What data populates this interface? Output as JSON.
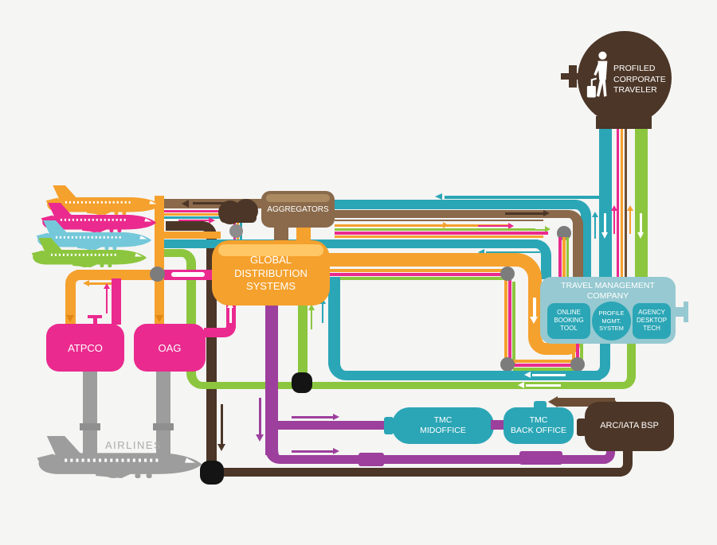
{
  "palette": {
    "orange": "#F5A12D",
    "orange_highlight": "#FFC765",
    "orange_dark": "#E18616",
    "pink": "#EA2A8E",
    "teal": "#2BA6B6",
    "teal_light": "#96C9D1",
    "sky_blue": "#74C8DA",
    "green": "#8CC63E",
    "brown": "#8A6A4B",
    "brown_highlight": "#AB8A61",
    "brown_mid": "#6B4D35",
    "brown_dark": "#4C3627",
    "purple": "#9D3F9D",
    "gray": "#9D9D9D",
    "junction_gray": "#7C7C7C",
    "junction_black": "#141414",
    "background": "#f5f5f4"
  },
  "traveler": {
    "label": "PROFILED\nCORPORATE\nTRAVELER"
  },
  "aggregators": {
    "label": "AGGREGATORS"
  },
  "gds": {
    "label": "GLOBAL\nDISTRIBUTION\nSYSTEMS"
  },
  "tmc": {
    "title": "TRAVEL MANAGEMENT\nCOMPANY",
    "obt": "ONLINE\nBOOKING\nTOOL",
    "pms": "PROFILE\nMGMT.\nSYSTEM",
    "adt": "AGENCY\nDESKTOP\nTECH"
  },
  "atpco": {
    "label": "ATPCO"
  },
  "oag": {
    "label": "OAG"
  },
  "midoffice": {
    "label": "TMC\nMIDOFFICE"
  },
  "backoffice": {
    "label": "TMC\nBACK OFFICE"
  },
  "arc": {
    "label": "ARC/IATA BSP"
  },
  "airlines": {
    "label": "AIRLINES"
  },
  "icons": [
    "orange-airplane",
    "pink-airplane",
    "blue-airplane",
    "green-airplane",
    "gray-airline-plane",
    "corporate-traveler"
  ]
}
